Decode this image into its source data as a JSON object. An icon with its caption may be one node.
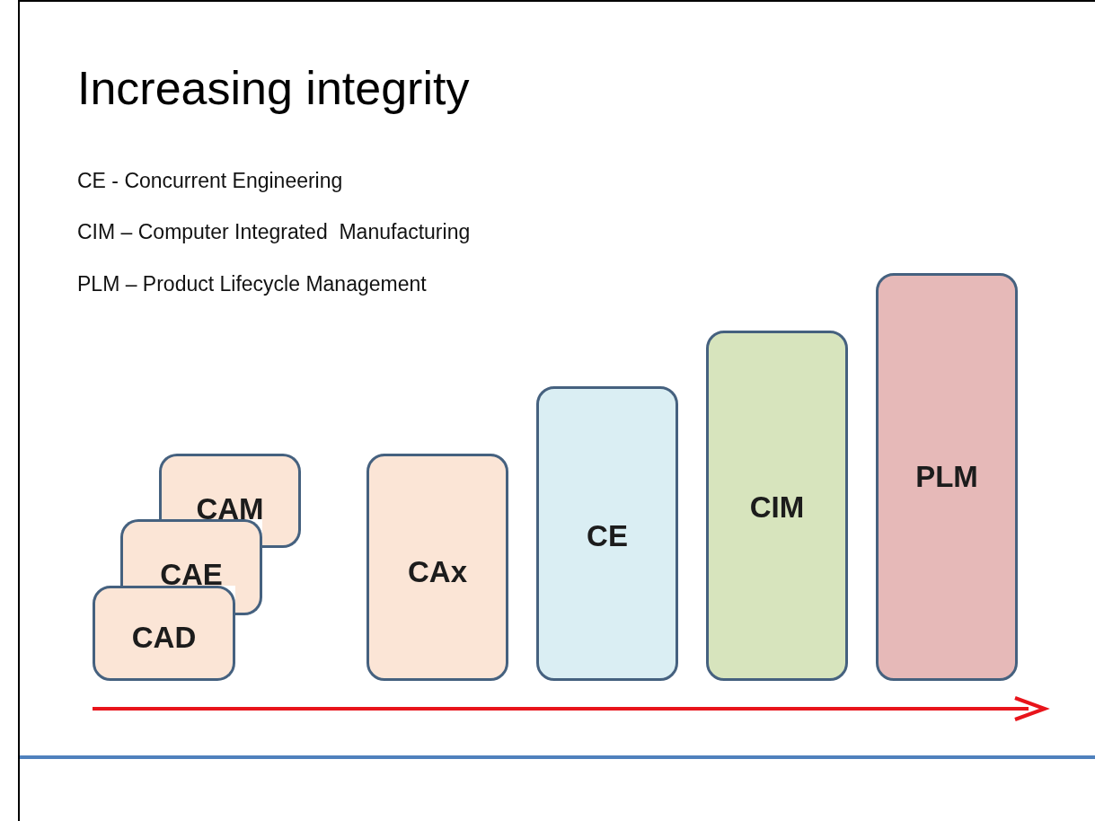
{
  "diagram": {
    "title": "Increasing integrity",
    "nodes": [
      {
        "text": [
          "CAM"
        ]
      },
      {
        "text": [
          "CAE"
        ]
      },
      {
        "text": [
          "CAD"
        ]
      },
      {
        "text": [
          "CAx"
        ]
      },
      {
        "text": [
          "CE"
        ]
      },
      {
        "text": [
          "CIM"
        ]
      },
      {
        "text": [
          "PLM"
        ]
      }
    ],
    "labels": [
      "CE - Concurrent Engineering",
      "CIM – Computer Integrated  Manufacturing",
      "PLM – Product Lifecycle Management"
    ]
  }
}
